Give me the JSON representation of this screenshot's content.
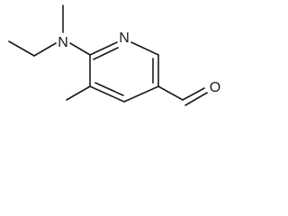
{
  "structure": {
    "atoms": {
      "amine_nitrogen": "N",
      "ring_nitrogen": "N",
      "aldehyde_oxygen": "O"
    }
  }
}
